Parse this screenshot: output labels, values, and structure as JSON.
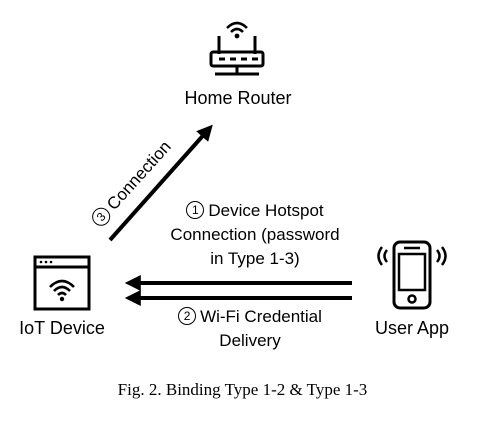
{
  "nodes": {
    "router": {
      "label": "Home Router",
      "icon": "router-icon"
    },
    "iot": {
      "label": "IoT Device",
      "icon": "iot-device-icon"
    },
    "app": {
      "label": "User App",
      "icon": "smartphone-icon"
    }
  },
  "edges": {
    "connection": {
      "number": "3",
      "label": "Connection"
    },
    "hotspot": {
      "number": "1",
      "line1": "Device Hotspot",
      "line2": "Connection (password",
      "line3": "in Type 1-3)"
    },
    "credential": {
      "number": "2",
      "line1": "Wi-Fi Credential",
      "line2": "Delivery"
    }
  },
  "caption": "Fig. 2. Binding Type 1-2 & Type 1-3"
}
